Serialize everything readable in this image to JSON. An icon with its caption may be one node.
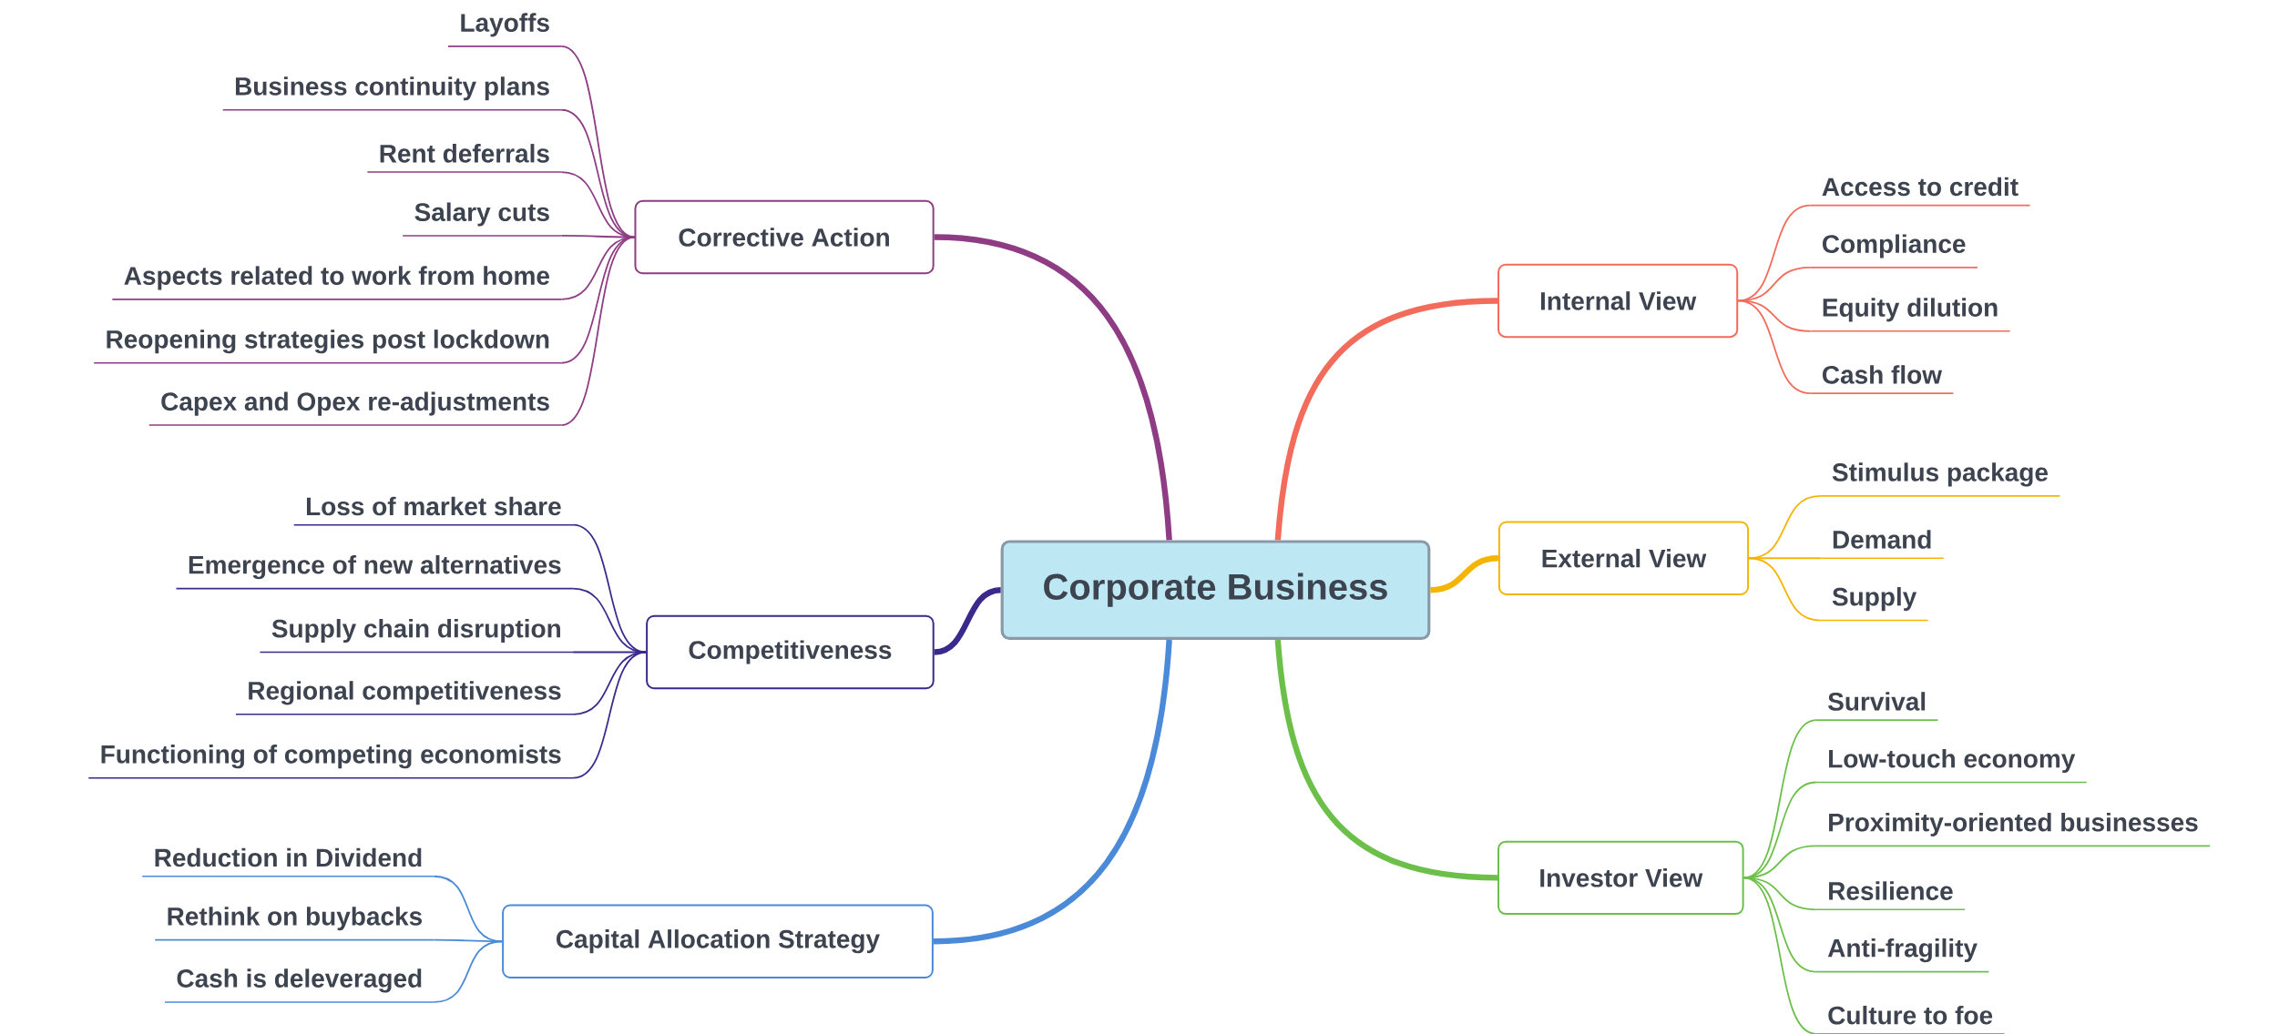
{
  "diagram": {
    "nodes": [
      {
        "text": [
          "Corporate Business"
        ]
      },
      {
        "text": [
          "Corrective Action"
        ]
      },
      {
        "text": [
          "Layoffs"
        ]
      },
      {
        "text": [
          "Business continuity plans"
        ]
      },
      {
        "text": [
          "Rent deferrals"
        ]
      },
      {
        "text": [
          "Salary cuts"
        ]
      },
      {
        "text": [
          "Aspects related to work from home"
        ]
      },
      {
        "text": [
          "Reopening strategies post lockdown"
        ]
      },
      {
        "text": [
          "Capex and Opex re-adjustments"
        ]
      },
      {
        "text": [
          "Competitiveness"
        ]
      },
      {
        "text": [
          "Loss of market share"
        ]
      },
      {
        "text": [
          "Emergence of new alternatives"
        ]
      },
      {
        "text": [
          "Supply chain disruption"
        ]
      },
      {
        "text": [
          "Regional competitiveness"
        ]
      },
      {
        "text": [
          "Functioning of competing economists"
        ]
      },
      {
        "text": [
          "Capital Allocation Strategy"
        ]
      },
      {
        "text": [
          "Reduction in Dividend"
        ]
      },
      {
        "text": [
          "Rethink on buybacks"
        ]
      },
      {
        "text": [
          "Cash is deleveraged"
        ]
      },
      {
        "text": [
          "Internal View"
        ]
      },
      {
        "text": [
          "Access to credit"
        ]
      },
      {
        "text": [
          "Compliance"
        ]
      },
      {
        "text": [
          "Equity dilution"
        ]
      },
      {
        "text": [
          "Cash flow"
        ]
      },
      {
        "text": [
          "External View"
        ]
      },
      {
        "text": [
          "Stimulus package"
        ]
      },
      {
        "text": [
          "Demand"
        ]
      },
      {
        "text": [
          "Supply"
        ]
      },
      {
        "text": [
          "Investor View"
        ]
      },
      {
        "text": [
          "Survival"
        ]
      },
      {
        "text": [
          "Low-touch economy"
        ]
      },
      {
        "text": [
          "Proximity-oriented businesses"
        ]
      },
      {
        "text": [
          "Resilience"
        ]
      },
      {
        "text": [
          "Anti-fragility"
        ]
      },
      {
        "text": [
          "Culture to foe"
        ]
      }
    ],
    "edges": [
      {
        "from": 0,
        "to": 1,
        "arrow": "none",
        "style": "thick",
        "color": "#8e3d84"
      },
      {
        "from": 1,
        "to": 2,
        "arrow": "none",
        "color": "#8e3d84"
      },
      {
        "from": 1,
        "to": 3,
        "arrow": "none",
        "color": "#8e3d84"
      },
      {
        "from": 1,
        "to": 4,
        "arrow": "none",
        "color": "#8e3d84"
      },
      {
        "from": 1,
        "to": 5,
        "arrow": "none",
        "color": "#8e3d84"
      },
      {
        "from": 1,
        "to": 6,
        "arrow": "none",
        "color": "#8e3d84"
      },
      {
        "from": 1,
        "to": 7,
        "arrow": "none",
        "color": "#8e3d84"
      },
      {
        "from": 1,
        "to": 8,
        "arrow": "none",
        "color": "#8e3d84"
      },
      {
        "from": 0,
        "to": 9,
        "arrow": "none",
        "style": "thick",
        "color": "#3b2a8c"
      },
      {
        "from": 9,
        "to": 10,
        "arrow": "none",
        "color": "#3b2a8c"
      },
      {
        "from": 9,
        "to": 11,
        "arrow": "none",
        "color": "#3b2a8c"
      },
      {
        "from": 9,
        "to": 12,
        "arrow": "none",
        "color": "#3b2a8c"
      },
      {
        "from": 9,
        "to": 13,
        "arrow": "none",
        "color": "#3b2a8c"
      },
      {
        "from": 9,
        "to": 14,
        "arrow": "none",
        "color": "#3b2a8c"
      },
      {
        "from": 0,
        "to": 15,
        "arrow": "none",
        "style": "thick",
        "color": "#4a8ad8"
      },
      {
        "from": 15,
        "to": 16,
        "arrow": "none",
        "color": "#4a8ad8"
      },
      {
        "from": 15,
        "to": 17,
        "arrow": "none",
        "color": "#4a8ad8"
      },
      {
        "from": 15,
        "to": 18,
        "arrow": "none",
        "color": "#4a8ad8"
      },
      {
        "from": 0,
        "to": 19,
        "arrow": "none",
        "style": "thick",
        "color": "#f26b5b"
      },
      {
        "from": 19,
        "to": 20,
        "arrow": "none",
        "color": "#f26b5b"
      },
      {
        "from": 19,
        "to": 21,
        "arrow": "none",
        "color": "#f26b5b"
      },
      {
        "from": 19,
        "to": 22,
        "arrow": "none",
        "color": "#f26b5b"
      },
      {
        "from": 19,
        "to": 23,
        "arrow": "none",
        "color": "#f26b5b"
      },
      {
        "from": 0,
        "to": 24,
        "arrow": "none",
        "style": "thick",
        "color": "#f5b400"
      },
      {
        "from": 24,
        "to": 25,
        "arrow": "none",
        "color": "#f5b400"
      },
      {
        "from": 24,
        "to": 26,
        "arrow": "none",
        "color": "#f5b400"
      },
      {
        "from": 24,
        "to": 27,
        "arrow": "none",
        "color": "#f5b400"
      },
      {
        "from": 0,
        "to": 28,
        "arrow": "none",
        "style": "thick",
        "color": "#6cc04a"
      },
      {
        "from": 28,
        "to": 29,
        "arrow": "none",
        "color": "#6cc04a"
      },
      {
        "from": 28,
        "to": 30,
        "arrow": "none",
        "color": "#6cc04a"
      },
      {
        "from": 28,
        "to": 31,
        "arrow": "none",
        "color": "#6cc04a"
      },
      {
        "from": 28,
        "to": 32,
        "arrow": "none",
        "color": "#6cc04a"
      },
      {
        "from": 28,
        "to": 33,
        "arrow": "none",
        "color": "#6cc04a"
      },
      {
        "from": 28,
        "to": 34,
        "arrow": "none",
        "color": "#6cc04a"
      }
    ]
  }
}
